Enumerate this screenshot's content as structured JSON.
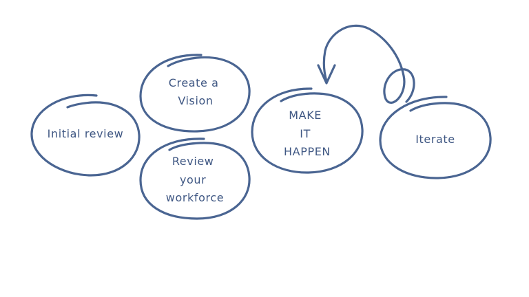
{
  "theme": {
    "stroke_color": "#4a6592",
    "text_color": "#3f5783",
    "background": "#ffffff"
  },
  "nodes": {
    "initial_review": {
      "lines": [
        "Initial review"
      ]
    },
    "create_vision": {
      "lines": [
        "Create a",
        "Vision"
      ]
    },
    "review_workforce": {
      "lines": [
        "Review",
        "your",
        "workforce"
      ]
    },
    "make_it_happen": {
      "lines": [
        "MAKE",
        "IT",
        "HAPPEN"
      ]
    },
    "iterate": {
      "lines": [
        "Iterate"
      ]
    }
  },
  "arrow": {
    "from": "iterate",
    "to": "make_it_happen",
    "icon": "curved-arrow-icon"
  }
}
